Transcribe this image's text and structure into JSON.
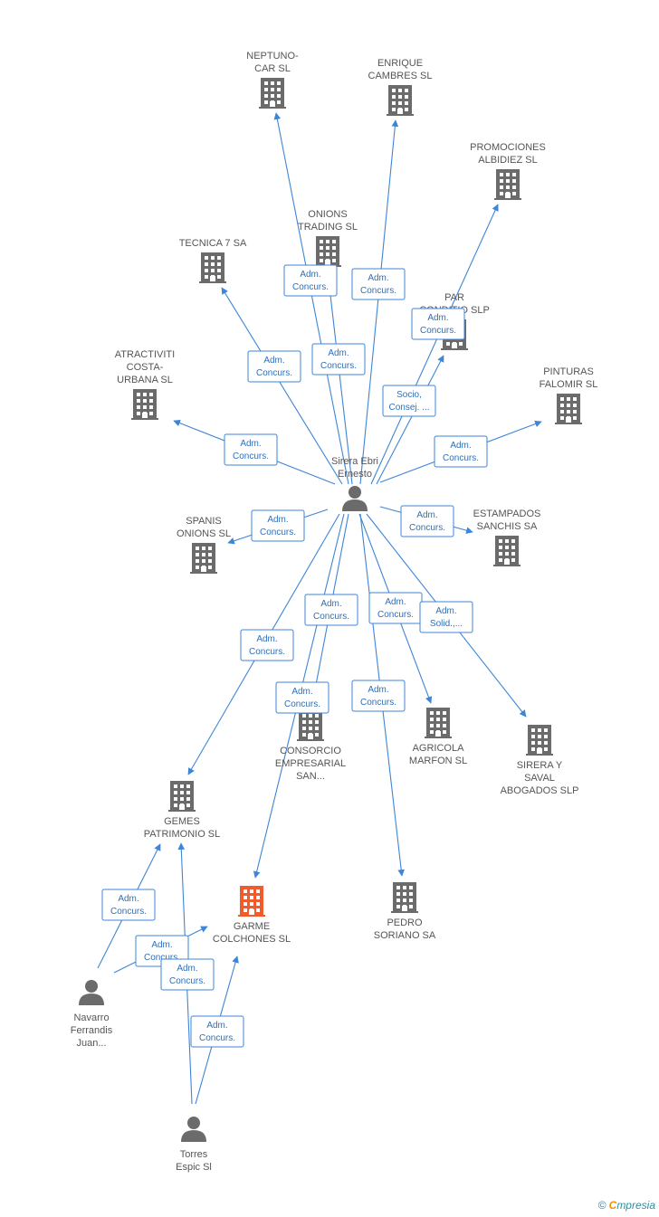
{
  "colors": {
    "company": "#6b6b6b",
    "highlight": "#f15a2a",
    "person": "#6b6b6b",
    "edge": "#3d85d8"
  },
  "nodes": [
    {
      "id": "neptuno",
      "type": "company",
      "label": [
        "NEPTUNO-",
        "CAR SL"
      ]
    },
    {
      "id": "enrique",
      "type": "company",
      "label": [
        "ENRIQUE",
        "CAMBRES SL"
      ]
    },
    {
      "id": "promociones",
      "type": "company",
      "label": [
        "PROMOCIONES",
        "ALBIDIEZ SL"
      ]
    },
    {
      "id": "onions",
      "type": "company",
      "label": [
        "ONIONS",
        "TRADING SL"
      ]
    },
    {
      "id": "tecnica",
      "type": "company",
      "label": [
        "TECNICA 7 SA"
      ]
    },
    {
      "id": "par",
      "type": "company",
      "label": [
        "PAR",
        "CONDITIO SLP"
      ]
    },
    {
      "id": "atractiviti",
      "type": "company",
      "label": [
        "ATRACTIVITI",
        "COSTA-",
        "URBANA SL"
      ]
    },
    {
      "id": "pinturas",
      "type": "company",
      "label": [
        "PINTURAS",
        "FALOMIR SL"
      ]
    },
    {
      "id": "sirera",
      "type": "person",
      "label": [
        "Sirera Ebri",
        "Ernesto"
      ]
    },
    {
      "id": "spanis",
      "type": "company",
      "label": [
        "SPANIS",
        "ONIONS SL"
      ]
    },
    {
      "id": "estampados",
      "type": "company",
      "label": [
        "ESTAMPADOS",
        "SANCHIS SA"
      ]
    },
    {
      "id": "consorcio",
      "type": "company",
      "label": [
        "CONSORCIO",
        "EMPRESARIAL",
        "SAN..."
      ]
    },
    {
      "id": "agricola",
      "type": "company",
      "label": [
        "AGRICOLA",
        "MARFON SL"
      ]
    },
    {
      "id": "sireraysaval",
      "type": "company",
      "label": [
        "SIRERA Y",
        "SAVAL",
        "ABOGADOS SLP"
      ]
    },
    {
      "id": "gemes",
      "type": "company",
      "label": [
        "GEMES",
        "PATRIMONIO  SL"
      ]
    },
    {
      "id": "garme",
      "type": "highlight",
      "label": [
        "GARME",
        "COLCHONES SL"
      ]
    },
    {
      "id": "pedro",
      "type": "company",
      "label": [
        "PEDRO",
        "SORIANO SA"
      ]
    },
    {
      "id": "navarro",
      "type": "person",
      "label": [
        "Navarro",
        "Ferrandis",
        "Juan..."
      ]
    },
    {
      "id": "torres",
      "type": "person",
      "label": [
        "Torres",
        "Espic Sl"
      ]
    }
  ],
  "edges": [
    {
      "from": "sirera",
      "to": "neptuno",
      "label": [
        "Adm.",
        "Concurs."
      ]
    },
    {
      "from": "sirera",
      "to": "enrique",
      "label": [
        "Adm.",
        "Concurs."
      ]
    },
    {
      "from": "sirera",
      "to": "promociones",
      "label": [
        "Socio,",
        "Consej. ..."
      ]
    },
    {
      "from": "sirera",
      "to": "onions",
      "label": [
        "Adm.",
        "Concurs."
      ]
    },
    {
      "from": "sirera",
      "to": "tecnica",
      "label": [
        "Adm.",
        "Concurs."
      ]
    },
    {
      "from": "sirera",
      "to": "par",
      "label": [
        "Adm.",
        "Concurs."
      ]
    },
    {
      "from": "sirera",
      "to": "atractiviti",
      "label": [
        "Adm.",
        "Concurs."
      ]
    },
    {
      "from": "sirera",
      "to": "pinturas",
      "label": [
        "Adm.",
        "Concurs."
      ]
    },
    {
      "from": "sirera",
      "to": "spanis",
      "label": [
        "Adm.",
        "Concurs."
      ]
    },
    {
      "from": "sirera",
      "to": "estampados",
      "label": [
        "Adm.",
        "Concurs."
      ]
    },
    {
      "from": "sirera",
      "to": "consorcio",
      "label": [
        "Adm.",
        "Concurs."
      ]
    },
    {
      "from": "sirera",
      "to": "agricola",
      "label": [
        "Adm.",
        "Concurs."
      ]
    },
    {
      "from": "sirera",
      "to": "sireraysaval",
      "label": [
        "Adm.",
        "Solid.,..."
      ]
    },
    {
      "from": "sirera",
      "to": "gemes",
      "label": [
        "Adm.",
        "Concurs."
      ]
    },
    {
      "from": "sirera",
      "to": "garme",
      "label": [
        "Adm.",
        "Concurs."
      ]
    },
    {
      "from": "sirera",
      "to": "pedro",
      "label": [
        "Adm.",
        "Concurs."
      ]
    },
    {
      "from": "navarro",
      "to": "gemes",
      "label": [
        "Adm.",
        "Concurs."
      ]
    },
    {
      "from": "navarro",
      "to": "garme",
      "label": [
        "Adm.",
        "Concurs."
      ]
    },
    {
      "from": "torres",
      "to": "gemes",
      "label": [
        "Adm.",
        "Concurs."
      ]
    },
    {
      "from": "torres",
      "to": "garme",
      "label": [
        "Adm.",
        "Concurs."
      ]
    }
  ],
  "footer": {
    "copyright": "©",
    "brand_first": "C",
    "brand_rest": "mpresia"
  }
}
